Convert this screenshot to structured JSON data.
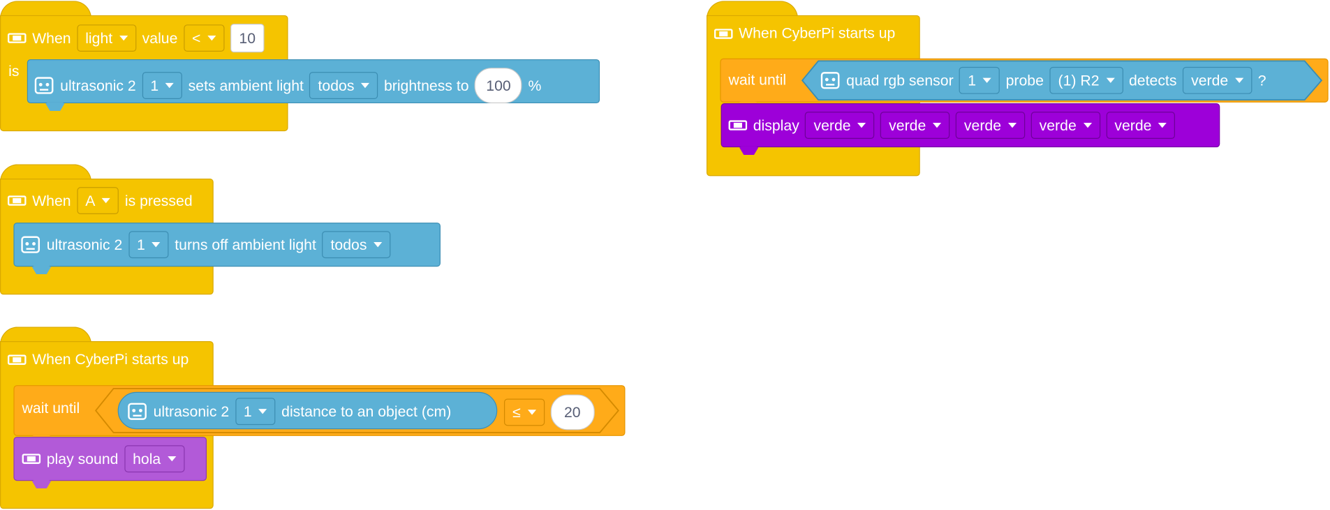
{
  "scripts": {
    "s1": {
      "when": "When",
      "sensor": "light",
      "value_label": "value",
      "op": "<",
      "threshold": "10",
      "is": "is",
      "cmd": {
        "device": "ultrasonic 2",
        "index": "1",
        "text1": "sets ambient light",
        "target": "todos",
        "text2": "brightness to",
        "value": "100",
        "unit": "%"
      }
    },
    "s2": {
      "when": "When",
      "button": "A",
      "tail": "is pressed",
      "cmd": {
        "device": "ultrasonic 2",
        "index": "1",
        "text1": "turns off ambient light",
        "target": "todos"
      }
    },
    "s3": {
      "hat": "When CyberPi starts up",
      "wait": "wait until",
      "cond": {
        "device": "ultrasonic 2",
        "index": "1",
        "text1": "distance to an object (cm)",
        "op": "≤",
        "value": "20"
      },
      "sound": {
        "text": "play sound",
        "name": "hola"
      }
    },
    "s4": {
      "hat": "When CyberPi starts up",
      "wait": "wait until",
      "cond": {
        "device": "quad rgb sensor",
        "index": "1",
        "probe_label": "probe",
        "probe": "(1) R2",
        "detects": "detects",
        "color": "verde",
        "q": "?"
      },
      "display": {
        "text": "display",
        "colors": [
          "verde",
          "verde",
          "verde",
          "verde",
          "verde"
        ]
      }
    }
  },
  "colors": {
    "event": "#f5c400",
    "sensor": "#5cb1d6",
    "control": "#ffab19",
    "display": "#9d00d9",
    "sound": "#b25ad8"
  }
}
